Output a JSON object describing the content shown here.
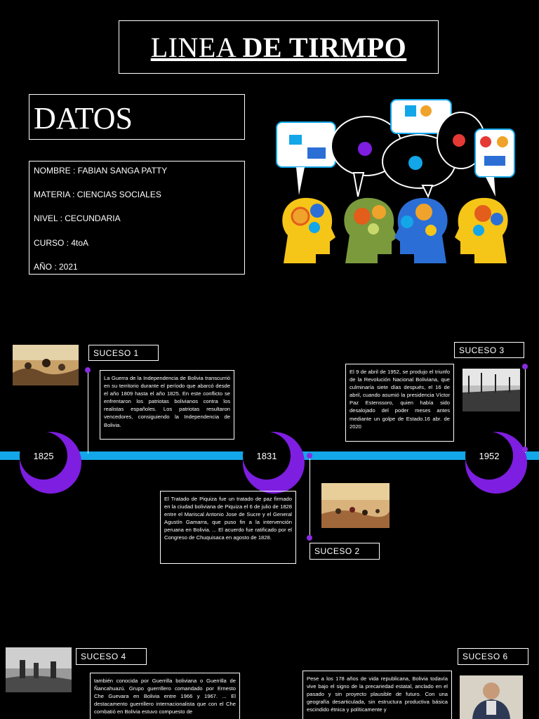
{
  "header": {
    "title_part1": "LINEA ",
    "title_part2": "DE TIRMPO"
  },
  "datos": {
    "heading": "DATOS",
    "lines": [
      "NOMBRE : FABIAN SANGA PATTY",
      "MATERIA : CIENCIAS SOCIALES",
      "NIVEL : CECUNDARIA",
      "CURSO : 4toA",
      "AÑO :   2021"
    ]
  },
  "timeline": {
    "nodes": [
      "1825",
      "1831",
      "1952"
    ],
    "colors": {
      "line": "#13a6e8",
      "node": "#7e1ee0"
    }
  },
  "events": [
    {
      "label": "SUCESO 1",
      "text": "La Guerra de la Independencia de Bolivia transcurrió en su territorio durante el período que abarcó desde el año 1809 hasta el año 1825. En este conflicto se enfrentaron los patriotas bolivianos contra los realistas españoles. Los patriotas resultaron vencedores, consiguiendo la Independencia de Bolivia."
    },
    {
      "label": "SUCESO 2",
      "text": "El Tratado de Piquiza fue un tratado de paz firmado en la ciudad boliviana de Piquiza el 6 de julio de 1828 entre el Mariscal Antonio Jose de Sucre y el General Agustín Gamarra, que puso fin a la intervención peruana en Bolivia. ... El acuerdo fue ratificado por el Congreso de Chuquisaca en agosto de 1828."
    },
    {
      "label": "SUCESO 3",
      "text": "El 9 de abril de 1952, se produjo el triunfo de la Revolución Nacional Boliviana, que culminaría siete días después, el 16 de abril, cuando asumió la presidencia Víctor Paz Estenssoro, quien había sido desalojado del poder meses antes mediante un golpe de Estado.16 abr. de 2020"
    },
    {
      "label": "SUCESO 4",
      "text": "también conocida por Guerrilla boliviana o Guerrilla de Ñancahuazú. Grupo guerrillero comandado por Ernesto Che Guevara en Bolivia entre 1966 y 1967. ... El destacamento guerrillero internacionalista que con el Che combatió en Bolivia estuvo compuesto de"
    },
    {
      "label": "SUCESO 6",
      "text": "Pese a los 178 años de vida republicana, Bolivia todavía vive bajo el signo de la precariedad estatal, anclado en el pasado y sin proyecto plausible de futuro. Con una geografía desarticulada, sin estructura productiva básica escindido étnica y políticamente y"
    }
  ]
}
